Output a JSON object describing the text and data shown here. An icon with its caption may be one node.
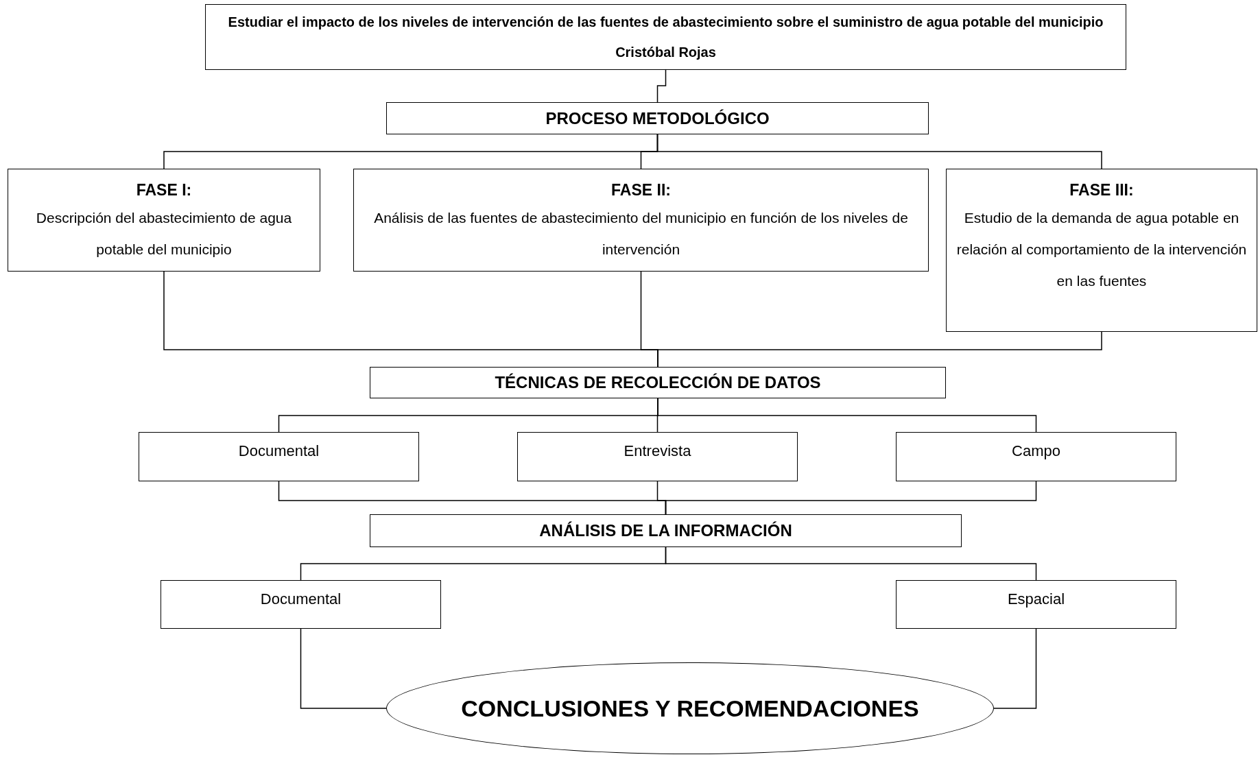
{
  "diagram": {
    "nodes": [
      {
        "text": [
          "Estudiar el impacto de los niveles de intervención de las fuentes de abastecimiento sobre el suministro de agua potable del municipio Cristóbal Rojas"
        ]
      },
      {
        "text": [
          "PROCESO METODOLÓGICO"
        ]
      },
      {
        "text": [
          "FASE I:",
          "Descripción del abastecimiento de agua potable del municipio"
        ]
      },
      {
        "text": [
          "FASE II:",
          "Análisis de las fuentes de abastecimiento del municipio en función de los niveles de intervención"
        ]
      },
      {
        "text": [
          "FASE III:",
          "Estudio de la demanda de agua potable en relación al comportamiento de la intervención en las fuentes"
        ]
      },
      {
        "text": [
          "TÉCNICAS DE RECOLECCIÓN DE DATOS"
        ]
      },
      {
        "text": [
          "Documental"
        ]
      },
      {
        "text": [
          "Entrevista"
        ]
      },
      {
        "text": [
          "Campo"
        ]
      },
      {
        "text": [
          "ANÁLISIS DE LA  INFORMACIÓN"
        ]
      },
      {
        "text": [
          "Documental"
        ]
      },
      {
        "text": [
          "Espacial"
        ]
      },
      {
        "text": [
          "CONCLUSIONES Y RECOMENDACIONES"
        ]
      }
    ],
    "edges": [
      {
        "from": 0,
        "to": 1,
        "arrow": "none"
      },
      {
        "from": 1,
        "to": 2,
        "arrow": "none"
      },
      {
        "from": 1,
        "to": 3,
        "arrow": "none"
      },
      {
        "from": 1,
        "to": 4,
        "arrow": "none"
      },
      {
        "from": 2,
        "to": 5,
        "arrow": "none"
      },
      {
        "from": 3,
        "to": 5,
        "arrow": "none"
      },
      {
        "from": 4,
        "to": 5,
        "arrow": "none"
      },
      {
        "from": 5,
        "to": 6,
        "arrow": "none"
      },
      {
        "from": 5,
        "to": 7,
        "arrow": "none"
      },
      {
        "from": 5,
        "to": 8,
        "arrow": "none"
      },
      {
        "from": 6,
        "to": 9,
        "arrow": "none"
      },
      {
        "from": 7,
        "to": 9,
        "arrow": "none"
      },
      {
        "from": 8,
        "to": 9,
        "arrow": "none"
      },
      {
        "from": 9,
        "to": 10,
        "arrow": "none"
      },
      {
        "from": 9,
        "to": 11,
        "arrow": "none"
      },
      {
        "from": 10,
        "to": 12,
        "arrow": "none"
      },
      {
        "from": 11,
        "to": 12,
        "arrow": "none"
      }
    ]
  }
}
